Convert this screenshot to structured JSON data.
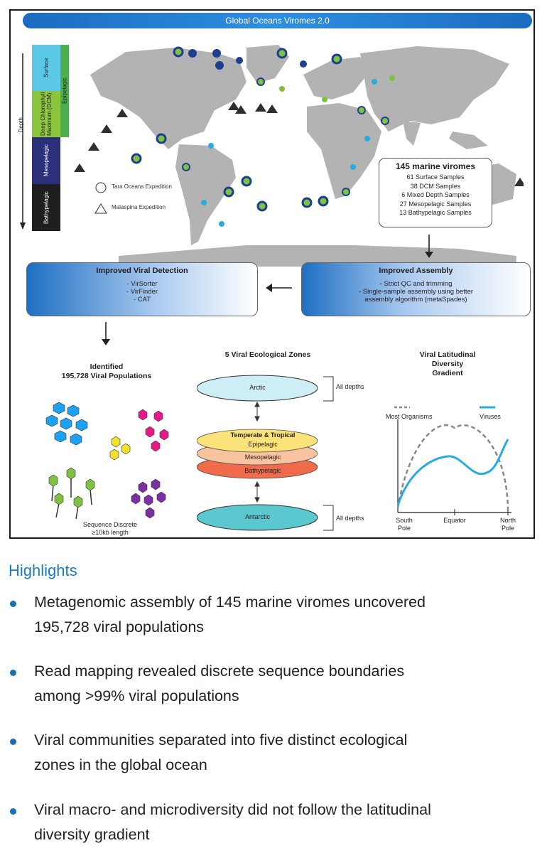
{
  "graphical_abstract": {
    "title": "Global Oceans Viromes 2.0",
    "depth_axis_label": "Depth",
    "depth_zones": [
      "Surface",
      "Deep Chlorophyll Maximum (DCM)",
      "Mesopelagic",
      "Bathypelagic"
    ],
    "epipelagic_label": "Epipelagic",
    "map_legend": [
      "Tara Oceans Expedition",
      "Malaspina Expedition"
    ],
    "samples_box": {
      "heading": "145 marine viromes",
      "lines": [
        "61 Surface Samples",
        "38 DCM Samples",
        "6 Mixed Depth Samples",
        "27 Mesopelagic Samples",
        "13 Bathypelagic Samples"
      ]
    },
    "detection_box": {
      "heading": "Improved Viral Detection",
      "lines": [
        "- VirSorter",
        "- VirFinder",
        "- CAT"
      ]
    },
    "assembly_box": {
      "heading": "Improved Assembly",
      "lines": [
        "- Strict QC and trimming",
        "- Single-sample assembly using better",
        "assembly algorithm (metaSpades)"
      ]
    },
    "identified": {
      "line1": "Identified",
      "line2": "195,728 Viral Populations",
      "footer1": "Sequence Discrete",
      "footer2": "≥10kb length"
    },
    "zones": {
      "title": "5 Viral Ecological Zones",
      "arctic": "Arctic",
      "antarctic": "Antarctic",
      "all_depths_top": "All depths",
      "all_depths_bottom": "All depths",
      "temperate": "Temperate & Tropical",
      "epipelagic": "Epipelagic",
      "mesopelagic": "Mesopelagic",
      "bathypelagic": "Bathypelagic"
    },
    "gradient": {
      "title1": "Viral Latitudinal",
      "title2": "Diversity",
      "title3": "Gradient",
      "legend_most": "Most Organisms",
      "legend_viruses": "Viruses",
      "south1": "South",
      "south2": "Pole",
      "equator": "Equator",
      "north1": "North",
      "north2": "Pole"
    },
    "colors": {
      "tara_blue": "#1e3f8f",
      "tara_green": "#7fc241",
      "malaspina": "#2f2f2f",
      "virus_line": "#29abe2"
    }
  },
  "highlights": {
    "heading": "Highlights",
    "items": [
      {
        "line1": "Metagenomic assembly of 145 marine viromes uncovered",
        "line2": "195,728 viral populations"
      },
      {
        "line1": "Read mapping revealed discrete sequence boundaries",
        "line2": "among >99% viral populations"
      },
      {
        "line1": "Viral communities separated into five distinct ecological",
        "line2": "zones in the global ocean"
      },
      {
        "line1": "Viral macro- and microdiversity did not follow the latitudinal",
        "line2": "diversity gradient"
      }
    ]
  }
}
